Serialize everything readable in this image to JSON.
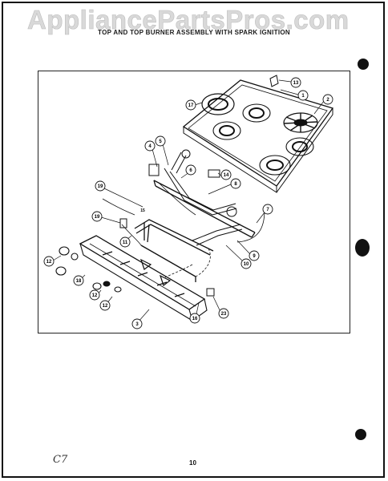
{
  "watermark": "AppliancePartsPros.com",
  "title": "TOP AND TOP BURNER ASSEMBLY WITH SPARK IGNITION",
  "page_number": "10",
  "handwritten_note": "C7",
  "callouts": [
    "1",
    "2",
    "3",
    "4",
    "5",
    "6",
    "7",
    "8",
    "9",
    "10",
    "11",
    "12",
    "13",
    "14",
    "15",
    "16",
    "17",
    "18",
    "19",
    "23"
  ]
}
